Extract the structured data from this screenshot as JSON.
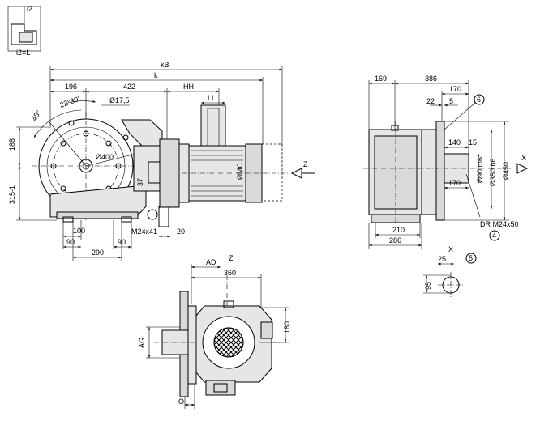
{
  "inset": {
    "label_i2": "i2",
    "label_i2l": "i2=L"
  },
  "front_view": {
    "dim_kB": "kB",
    "dim_k": "k",
    "dim_196": "196",
    "dim_422": "422",
    "dim_HH": "HH",
    "dim_LL": "LL",
    "angle_22_30": "22°30'",
    "angle_45": "45°",
    "hole_d17_5": "Ø17,5",
    "bolt_circle_d400": "Ø400",
    "dim_188": "188",
    "dim_315": "315-1",
    "dim_37": "37",
    "dim_OMC": "ØMC",
    "dim_100": "100",
    "dim_90_left": "90",
    "dim_90_right": "90",
    "dim_290": "290",
    "thread_M24x41": "M24x41",
    "dim_20": "20",
    "view_Z": "Z"
  },
  "side_view": {
    "dim_169": "169",
    "dim_386": "386",
    "dim_170_top": "170",
    "dim_22": "22",
    "dim_5": "5",
    "callout_6": "6",
    "dim_140": "140",
    "dim_15": "15",
    "dim_d90m6": "Ø90 m6",
    "dim_d350h6": "Ø350 h6",
    "dim_d450": "Ø450",
    "dim_170_bottom": "170",
    "dim_210": "210",
    "dim_286": "286",
    "thread_DR": "DR M24x50",
    "callout_4": "4",
    "view_X": "X"
  },
  "detail_X": {
    "view_X": "X",
    "dim_25": "25",
    "callout_5": "5",
    "dim_95": "95"
  },
  "top_view": {
    "dim_AD": "AD",
    "view_Z": "Z",
    "dim_360": "360",
    "dim_180": "180",
    "dim_AG": "AG",
    "dim_O": "O"
  }
}
